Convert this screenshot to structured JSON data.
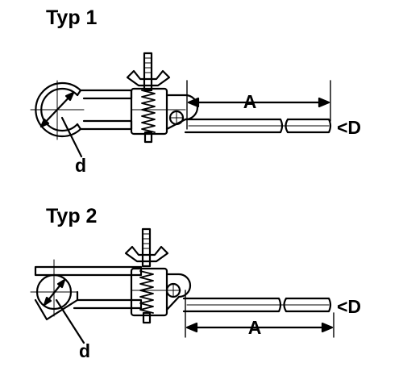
{
  "types": [
    {
      "title": "Typ 1",
      "labels": {
        "length": "A",
        "diameter": "<D",
        "grip": "d"
      }
    },
    {
      "title": "Typ 2",
      "labels": {
        "length": "A",
        "diameter": "<D",
        "grip": "d"
      }
    }
  ],
  "colors": {
    "line": "#000000",
    "background": "#ffffff"
  }
}
